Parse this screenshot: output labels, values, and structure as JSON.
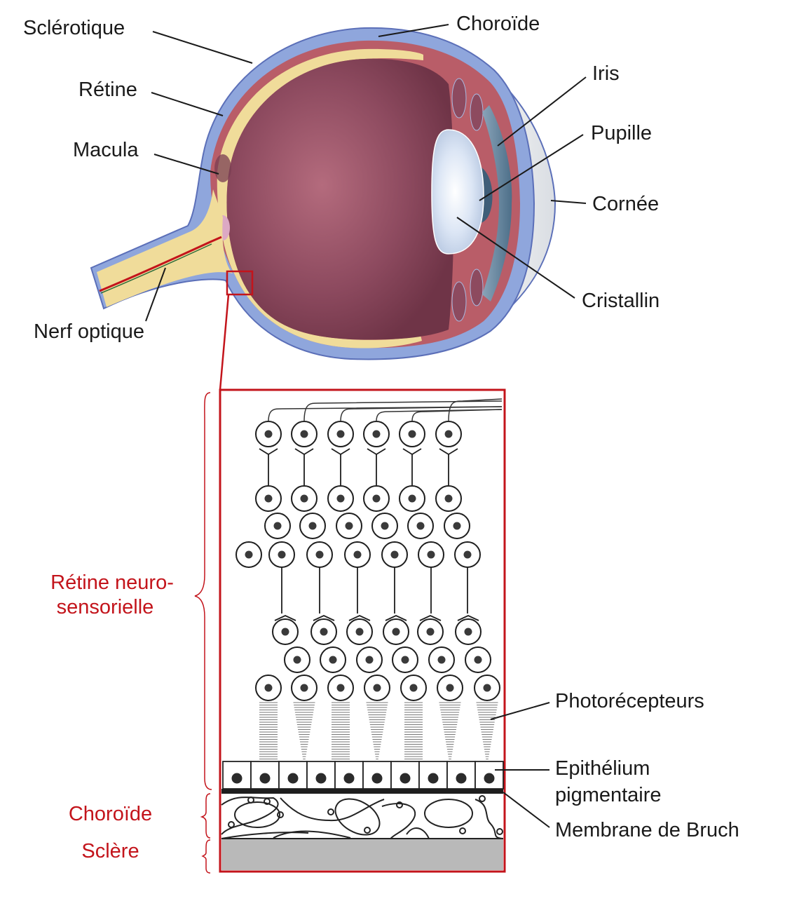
{
  "colors": {
    "sclera": "#8fa6dc",
    "sclera_edge": "#5b6fb8",
    "choroid": "#b95d68",
    "retina": "#f0dc9a",
    "vitreous_light": "#b46b7d",
    "vitreous_dark": "#6f3447",
    "lens": "#dfe9f7",
    "iris": "#5f8198",
    "cornea_fill": "#eef0f3",
    "callout": "#c3141b",
    "sclere_layer": "#b9b9b9",
    "label_dark": "#1a1a1a",
    "label_red": "#c3141b"
  },
  "eye_labels": {
    "sclerotique": "Sclérotique",
    "retine": "Rétine",
    "macula": "Macula",
    "nerf_optique": "Nerf optique",
    "choroide": "Choroïde",
    "iris": "Iris",
    "pupille": "Pupille",
    "cornee": "Cornée",
    "cristallin": "Cristallin"
  },
  "detail_labels": {
    "photorecepteurs": "Photorécepteurs",
    "epithelium_line1": "Epithélium",
    "epithelium_line2": "pigmentaire",
    "membrane_bruch": "Membrane de Bruch"
  },
  "layer_labels": {
    "retine_neuro_line1": "Rétine neuro-",
    "retine_neuro_line2": "sensorielle",
    "choroide": "Choroïde",
    "sclere": "Sclère"
  }
}
